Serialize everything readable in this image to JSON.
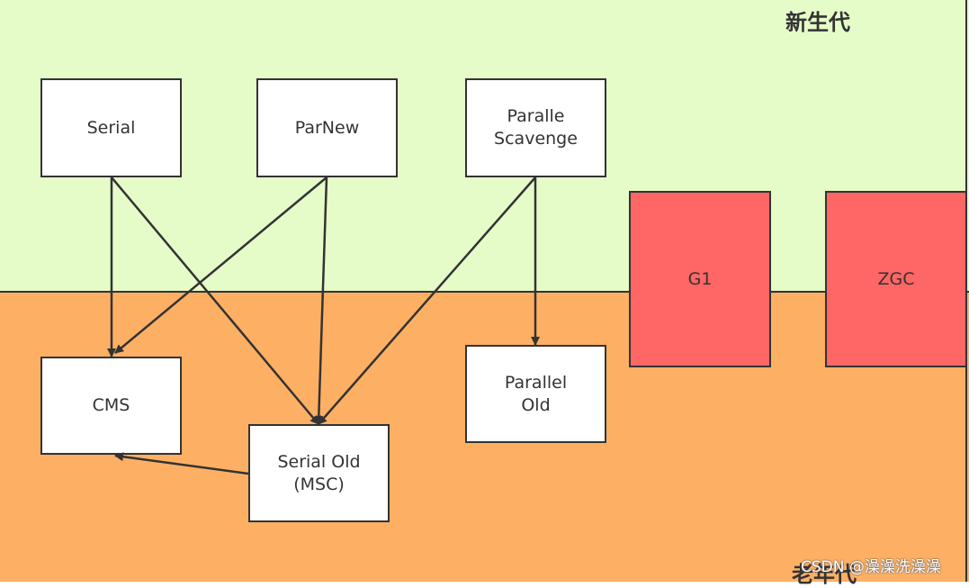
{
  "regions": {
    "young": {
      "label": "新生代",
      "color": "#e5fcc9"
    },
    "old": {
      "label": "老年代",
      "color": "#fdb064"
    }
  },
  "nodes": {
    "serial": {
      "label": "Serial"
    },
    "parnew": {
      "label": "ParNew"
    },
    "parallel_scavenge": {
      "label": "Paralle\nScavenge"
    },
    "cms": {
      "label": "CMS"
    },
    "serial_old": {
      "label": "Serial Old\n(MSC)"
    },
    "parallel_old": {
      "label": "Parallel\nOld"
    },
    "g1": {
      "label": "G1",
      "color": "#ff6666"
    },
    "zgc": {
      "label": "ZGC",
      "color": "#ff6666"
    }
  },
  "edges": [
    {
      "from": "serial",
      "to": "cms"
    },
    {
      "from": "serial",
      "to": "serial_old"
    },
    {
      "from": "parnew",
      "to": "cms"
    },
    {
      "from": "parnew",
      "to": "serial_old"
    },
    {
      "from": "parallel_scavenge",
      "to": "serial_old"
    },
    {
      "from": "parallel_scavenge",
      "to": "parallel_old"
    },
    {
      "from": "serial_old",
      "to": "cms"
    }
  ],
  "watermark": "CSDN @澡澡洗澡澡"
}
